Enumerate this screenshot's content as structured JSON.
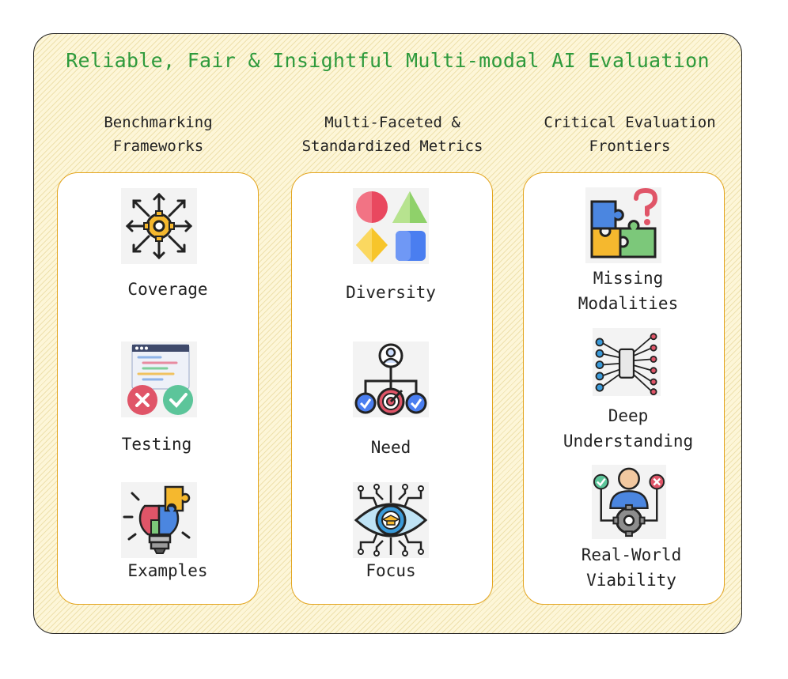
{
  "title": "Reliable, Fair & Insightful Multi-modal AI Evaluation",
  "columns": [
    {
      "heading_line1": "Benchmarking",
      "heading_line2": "Frameworks",
      "items": [
        {
          "label_line1": "Coverage",
          "label_line2": "",
          "icon": "gear-arrows-icon"
        },
        {
          "label_line1": "Testing",
          "label_line2": "",
          "icon": "code-test-icon"
        },
        {
          "label_line1": "Examples",
          "label_line2": "",
          "icon": "puzzle-bulb-icon"
        }
      ]
    },
    {
      "heading_line1": "Multi-Faceted &",
      "heading_line2": "Standardized Metrics",
      "items": [
        {
          "label_line1": "Diversity",
          "label_line2": "",
          "icon": "shapes-icon"
        },
        {
          "label_line1": "Need",
          "label_line2": "",
          "icon": "target-person-icon"
        },
        {
          "label_line1": "Focus",
          "label_line2": "",
          "icon": "eye-circuit-icon"
        }
      ]
    },
    {
      "heading_line1": "Critical Evaluation",
      "heading_line2": "Frontiers",
      "items": [
        {
          "label_line1": "Missing",
          "label_line2": "Modalities",
          "icon": "puzzle-question-icon"
        },
        {
          "label_line1": "Deep",
          "label_line2": "Understanding",
          "icon": "neural-network-icon"
        },
        {
          "label_line1": "Real-World",
          "label_line2": "Viability",
          "icon": "person-gear-icon"
        }
      ]
    }
  ],
  "colors": {
    "title": "#2e9a3c",
    "card_border": "#e3a51f",
    "frame_fill": "#fdf6d8"
  }
}
